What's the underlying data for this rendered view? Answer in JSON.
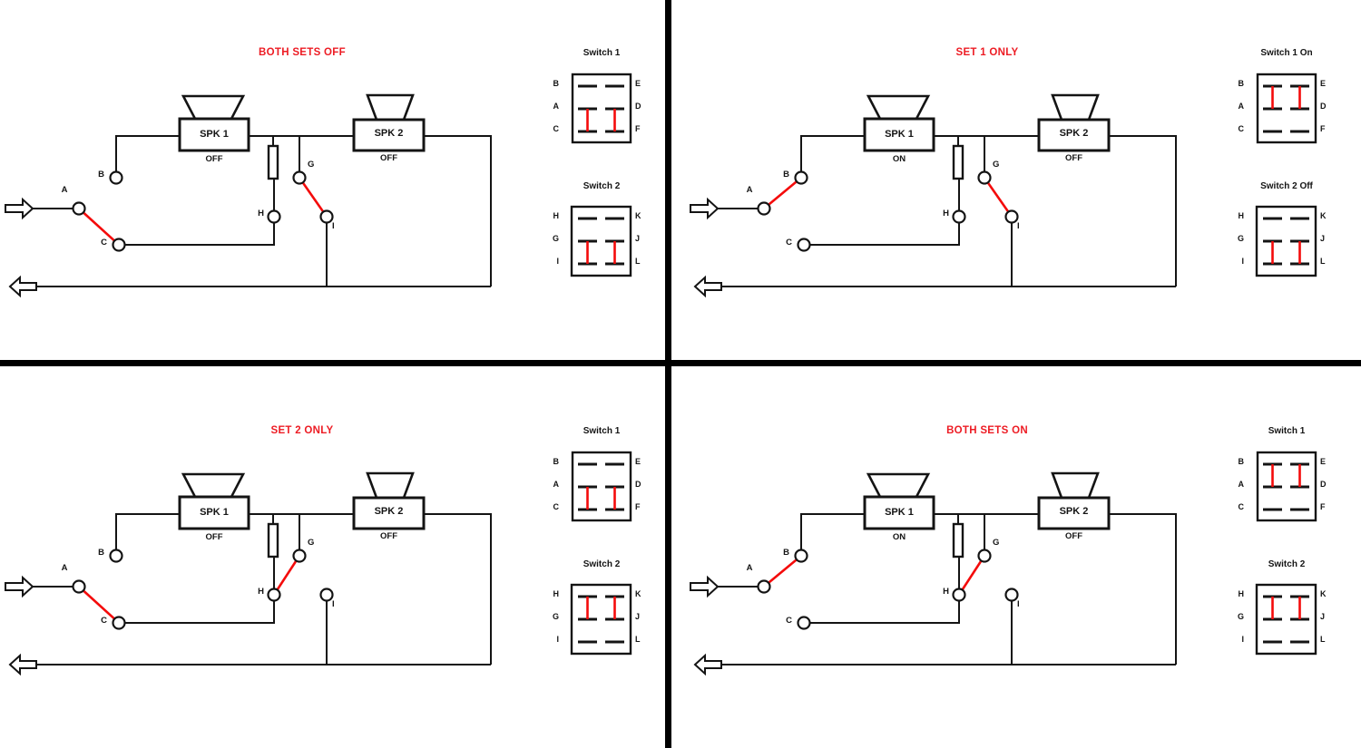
{
  "page": {
    "background": "#ffffff",
    "wire_color": "#141414",
    "accent_red": "#ed1c24",
    "connector_red": "#f40b0b"
  },
  "circuit": {
    "terminals": {
      "a": "A",
      "b": "B",
      "c": "C",
      "g": "G",
      "h": "H",
      "i": "I"
    },
    "input_arrow_icon": "right-block-arrow",
    "output_arrow_icon": "left-block-arrow"
  },
  "quadrants": [
    {
      "title": "BOTH SETS OFF",
      "speakers": [
        {
          "name": "SPK 1",
          "state": "OFF"
        },
        {
          "name": "SPK 2",
          "state": "OFF"
        }
      ],
      "input_selector": "A-C",
      "output_selector": "G-I",
      "switch1": {
        "title": "Switch 1",
        "state": "off",
        "left": [
          "B",
          "A",
          "C"
        ],
        "right": [
          "E",
          "D",
          "F"
        ]
      },
      "switch2": {
        "title": "Switch 2",
        "state": "off",
        "left": [
          "H",
          "G",
          "I"
        ],
        "right": [
          "K",
          "J",
          "L"
        ]
      }
    },
    {
      "title": "SET 1 ONLY",
      "speakers": [
        {
          "name": "SPK 1",
          "state": "ON"
        },
        {
          "name": "SPK 2",
          "state": "OFF"
        }
      ],
      "input_selector": "A-B",
      "output_selector": "G-I",
      "switch1": {
        "title": "Switch 1 On",
        "state": "on",
        "left": [
          "B",
          "A",
          "C"
        ],
        "right": [
          "E",
          "D",
          "F"
        ]
      },
      "switch2": {
        "title": "Switch 2 Off",
        "state": "off",
        "left": [
          "H",
          "G",
          "I"
        ],
        "right": [
          "K",
          "J",
          "L"
        ]
      }
    },
    {
      "title": "SET 2 ONLY",
      "speakers": [
        {
          "name": "SPK 1",
          "state": "OFF"
        },
        {
          "name": "SPK 2",
          "state": "OFF"
        }
      ],
      "input_selector": "A-C",
      "output_selector": "G-H",
      "switch1": {
        "title": "Switch 1",
        "state": "off",
        "left": [
          "B",
          "A",
          "C"
        ],
        "right": [
          "E",
          "D",
          "F"
        ]
      },
      "switch2": {
        "title": "Switch 2",
        "state": "on",
        "left": [
          "H",
          "G",
          "I"
        ],
        "right": [
          "K",
          "J",
          "L"
        ]
      }
    },
    {
      "title": "BOTH SETS ON",
      "speakers": [
        {
          "name": "SPK 1",
          "state": "ON"
        },
        {
          "name": "SPK 2",
          "state": "OFF"
        }
      ],
      "input_selector": "A-B",
      "output_selector": "G-H",
      "switch1": {
        "title": "Switch 1",
        "state": "on",
        "left": [
          "B",
          "A",
          "C"
        ],
        "right": [
          "E",
          "D",
          "F"
        ]
      },
      "switch2": {
        "title": "Switch 2",
        "state": "on",
        "left": [
          "H",
          "G",
          "I"
        ],
        "right": [
          "K",
          "J",
          "L"
        ]
      }
    }
  ]
}
